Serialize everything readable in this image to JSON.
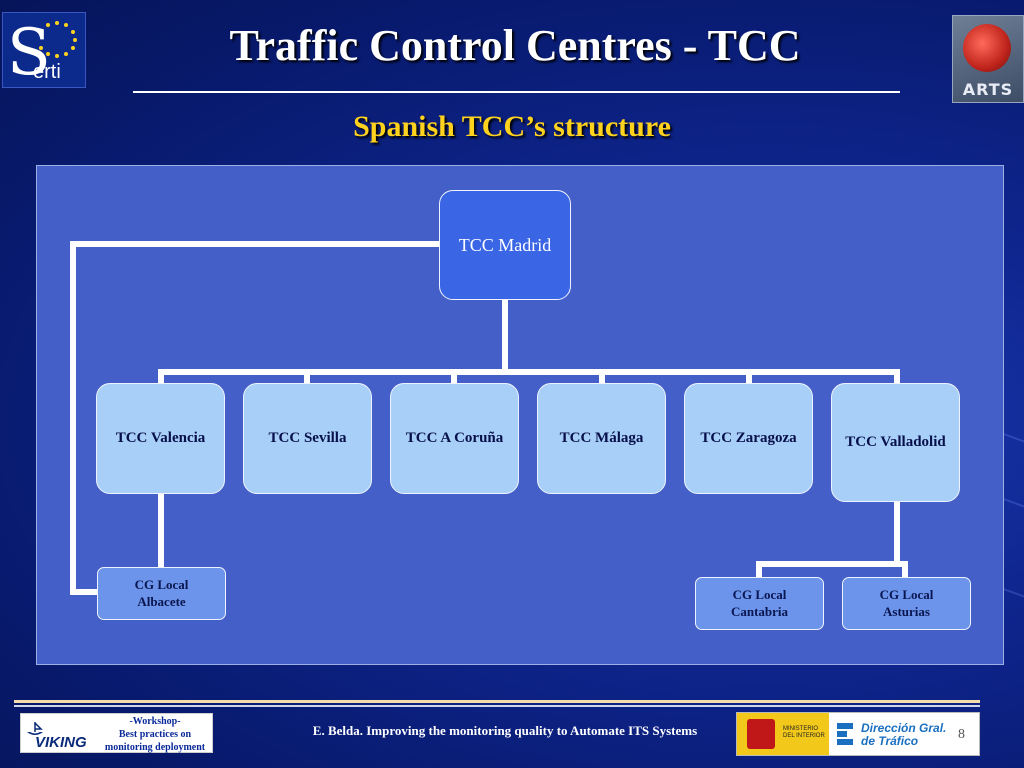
{
  "header": {
    "title": "Traffic Control Centres - TCC",
    "subtitle": "Spanish TCC’s structure",
    "left_logo": {
      "icon": "serti-logo-icon",
      "text_s": "S",
      "text_rest": "erti"
    },
    "right_logo": {
      "icon": "arts-logo-icon",
      "text": "ARTS"
    }
  },
  "diagram": {
    "root": {
      "label": "TCC Madrid"
    },
    "tccs": [
      {
        "label": "TCC Valencia"
      },
      {
        "label": "TCC Sevilla"
      },
      {
        "label": "TCC A Coruña"
      },
      {
        "label": "TCC Málaga"
      },
      {
        "label": "TCC Zaragoza"
      },
      {
        "label": "TCC Valladolid"
      }
    ],
    "locals": [
      {
        "label_line1": "CG Local",
        "label_line2": "Albacete"
      },
      {
        "label_line1": "CG Local",
        "label_line2": "Cantabria"
      },
      {
        "label_line1": "CG Local",
        "label_line2": "Asturias"
      }
    ],
    "colors": {
      "root": "#3a66e6",
      "tcc": "#a8cff8",
      "local": "#6c94ea",
      "panel": "#4460c8",
      "connector": "#ffffff"
    }
  },
  "footer": {
    "viking_logo": {
      "icon": "viking-logo-icon",
      "text": "VIKING"
    },
    "workshop_lines": [
      "-Workshop-",
      "Best practices on",
      "monitoring deployment"
    ],
    "presenter_text": "E. Belda. Improving the monitoring quality to Automate ITS Systems",
    "ministerio_lines": [
      "MINISTERIO",
      "DEL INTERIOR"
    ],
    "dgt_lines": [
      "Dirección Gral.",
      "de Tráfico"
    ],
    "page_number": "8"
  }
}
